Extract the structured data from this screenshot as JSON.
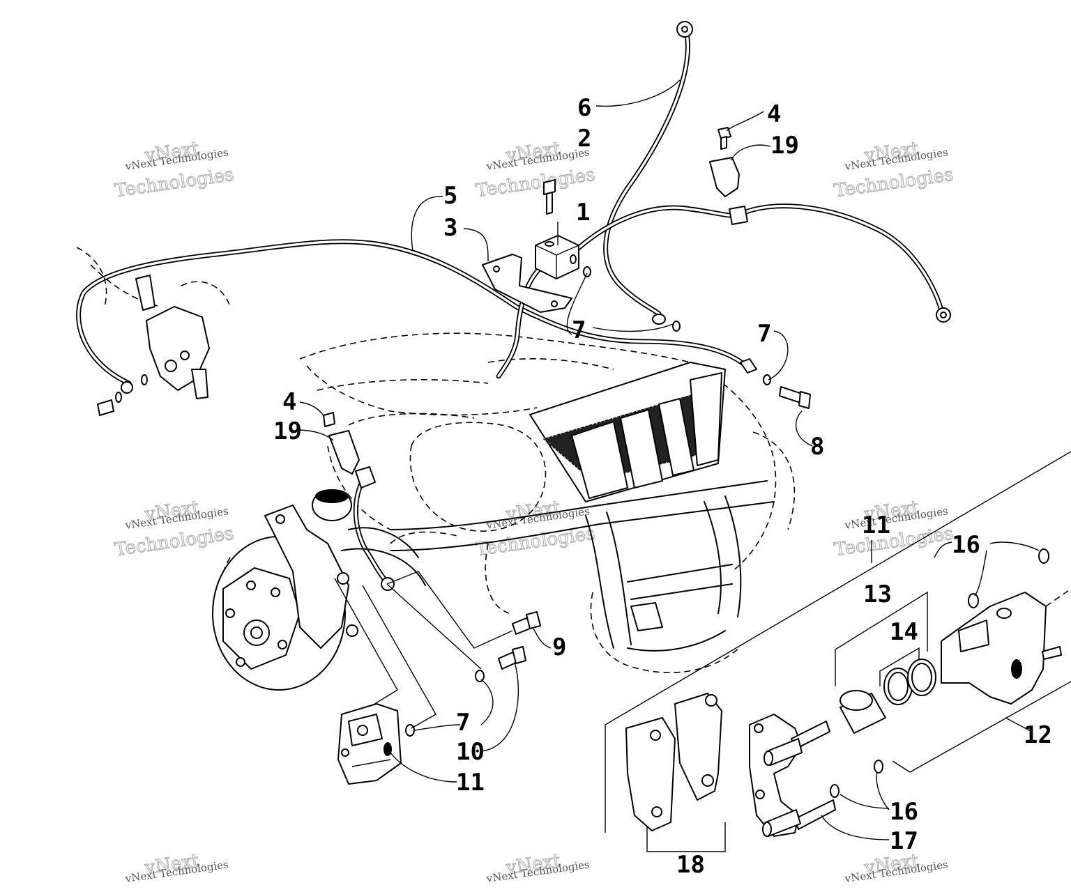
{
  "diagram": {
    "callouts": [
      "6",
      "2",
      "4",
      "19",
      "5",
      "1",
      "3",
      "7",
      "7",
      "8",
      "4",
      "19",
      "11",
      "16",
      "13",
      "14",
      "9",
      "7",
      "10",
      "11",
      "12",
      "16",
      "17",
      "18"
    ]
  },
  "watermark": {
    "line_small": "vNext Technologies",
    "line_big_1": "vNext",
    "line_big_2": "Technologies"
  }
}
